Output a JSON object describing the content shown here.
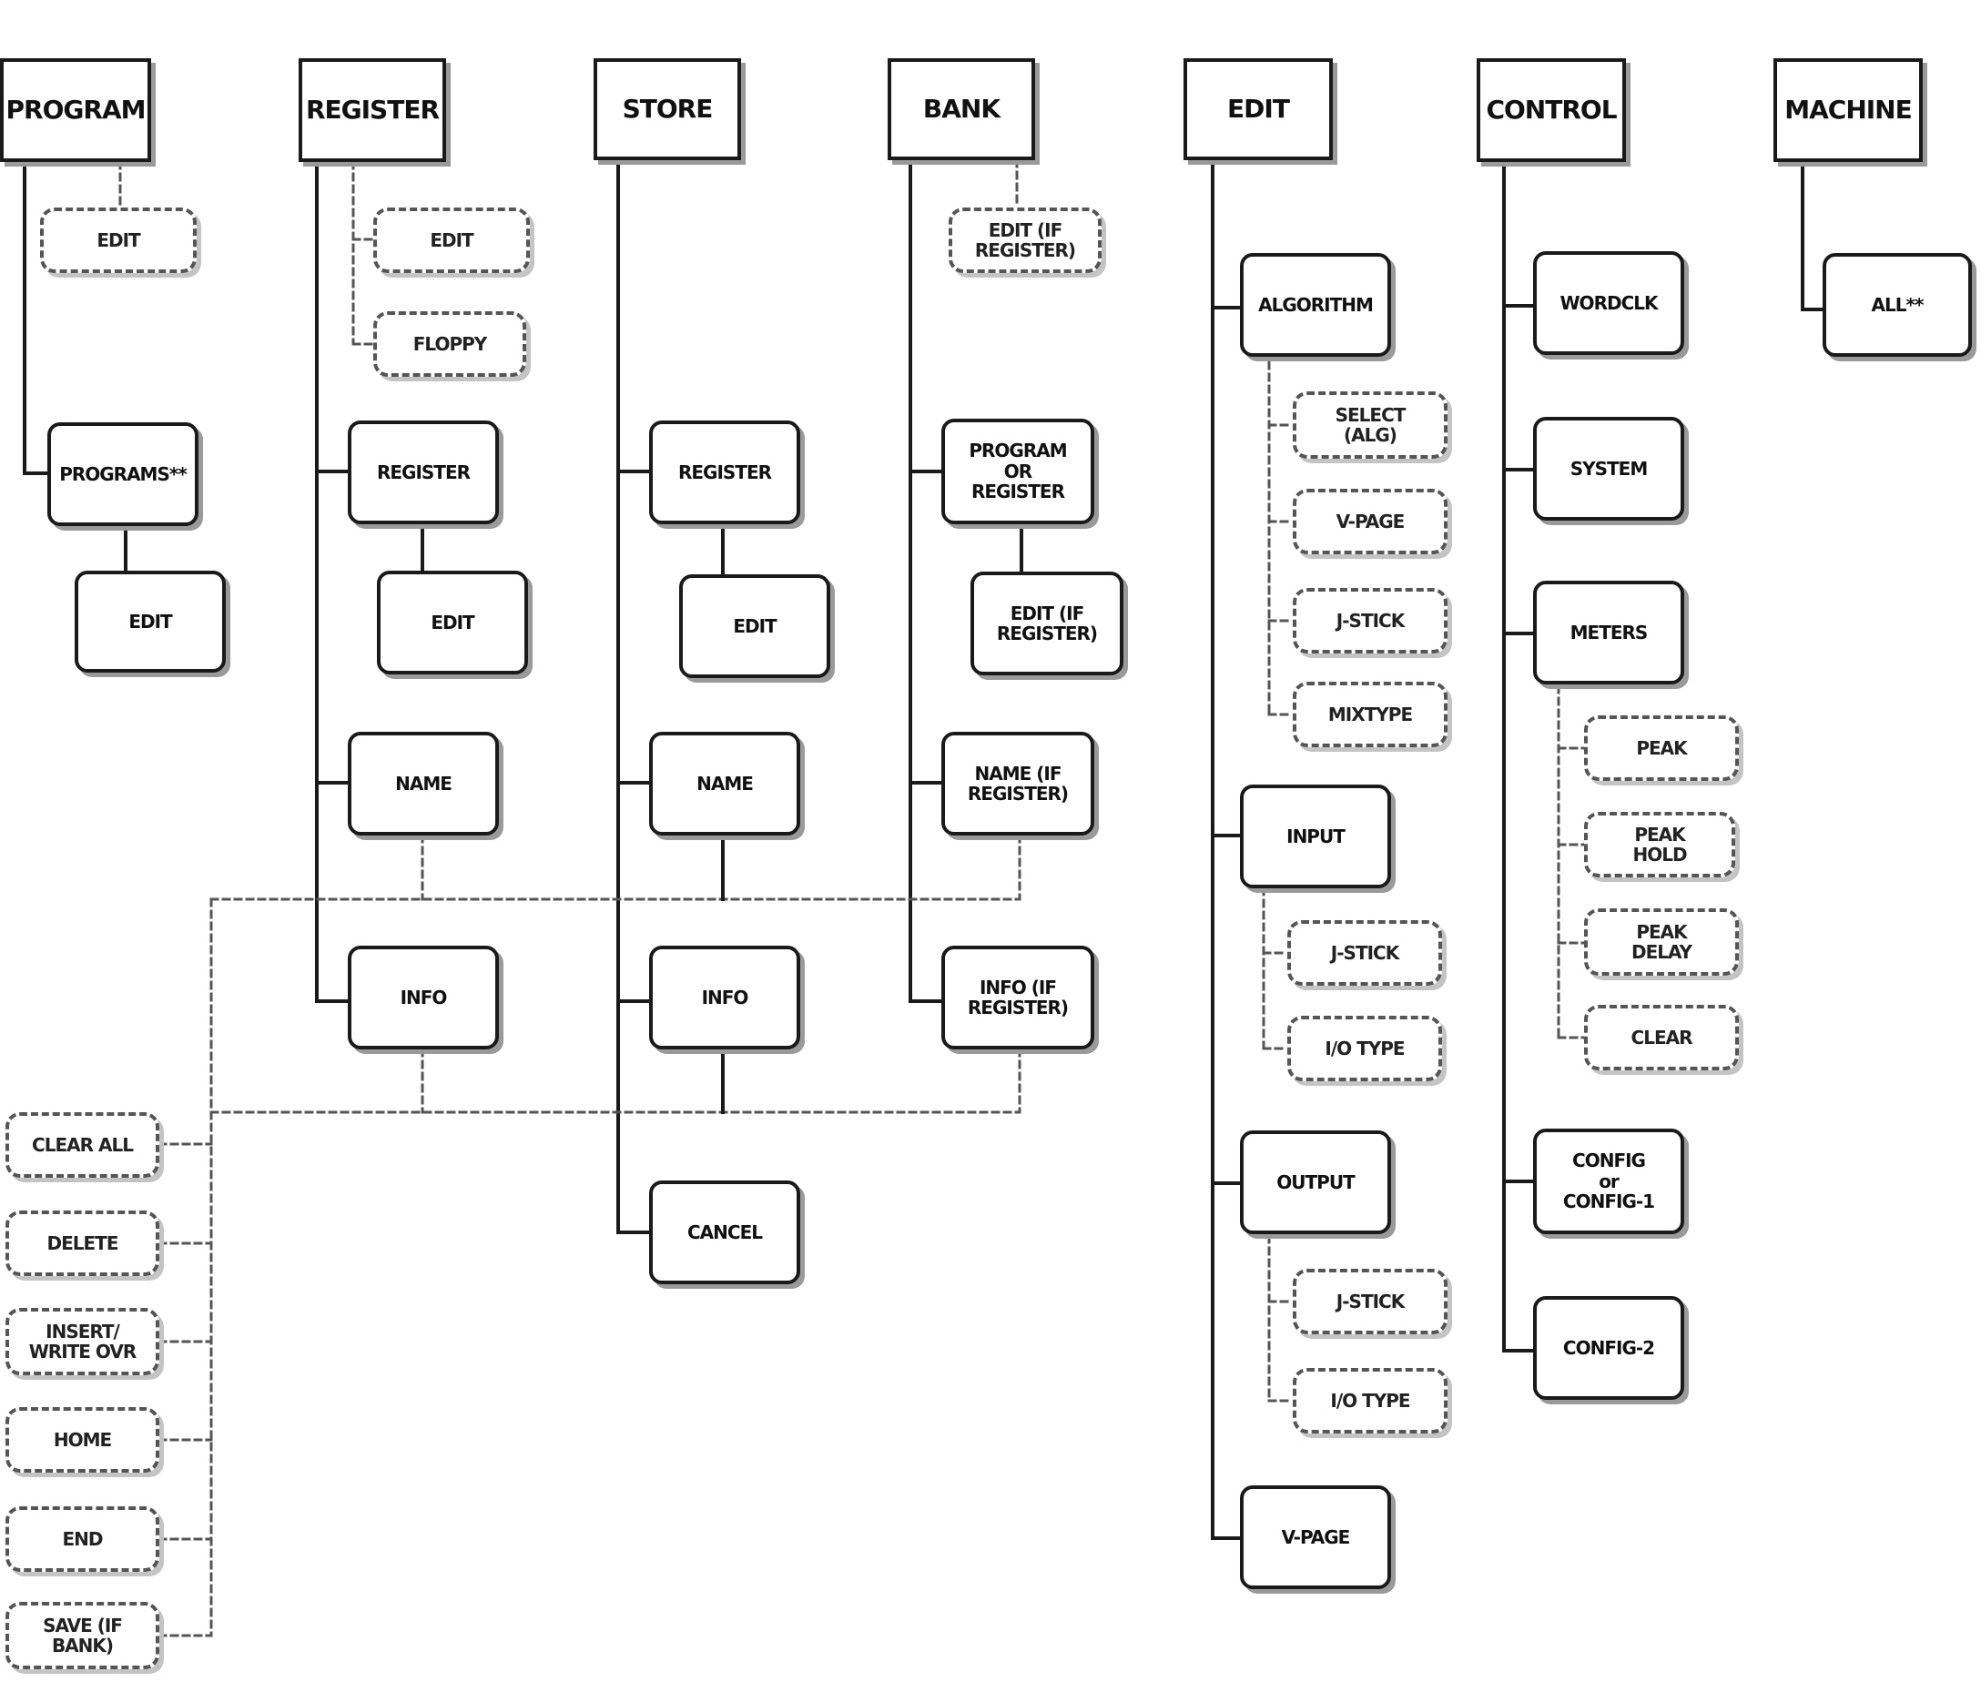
{
  "menus": {
    "program": {
      "title": "PROGRAM",
      "edit": "EDIT",
      "programs": "PROGRAMS**",
      "programs_edit": "EDIT"
    },
    "register": {
      "title": "REGISTER",
      "edit": "EDIT",
      "floppy": "FLOPPY",
      "register": "REGISTER",
      "register_edit": "EDIT",
      "name": "NAME",
      "info": "INFO"
    },
    "store": {
      "title": "STORE",
      "register": "REGISTER",
      "register_edit": "EDIT",
      "name": "NAME",
      "info": "INFO",
      "cancel": "CANCEL"
    },
    "bank": {
      "title": "BANK",
      "edit_if_register": "EDIT (IF REGISTER)",
      "program_or_register": "PROGRAM\nOR\nREGISTER",
      "edit_if_register_2": "EDIT (IF REGISTER)",
      "name_if_register": "NAME (IF REGISTER)",
      "info_if_register": "INFO (IF REGISTER)"
    },
    "edit": {
      "title": "EDIT",
      "algorithm": "ALGORITHM",
      "select_alg": "SELECT\n(ALG)",
      "v_page_1": "V-PAGE",
      "j_stick_1": "J-STICK",
      "mixtype": "MIXTYPE",
      "input": "INPUT",
      "j_stick_2": "J-STICK",
      "io_type_1": "I/O TYPE",
      "output": "OUTPUT",
      "j_stick_3": "J-STICK",
      "io_type_2": "I/O TYPE",
      "v_page_2": "V-PAGE"
    },
    "control": {
      "title": "CONTROL",
      "wordclk": "WORDCLK",
      "system": "SYSTEM",
      "meters": "METERS",
      "peak": "PEAK",
      "peak_hold": "PEAK\nHOLD",
      "peak_delay": "PEAK\nDELAY",
      "clear": "CLEAR",
      "config": "CONFIG\nor\nCONFIG-1",
      "config2": "CONFIG-2"
    },
    "machine": {
      "title": "MACHINE",
      "all": "ALL**"
    }
  },
  "name_entry_options": {
    "clear_all": "CLEAR ALL",
    "delete": "DELETE",
    "insert_write_over": "INSERT/\nWRITE OVR",
    "home": "HOME",
    "end": "END",
    "save_if_bank": "SAVE (IF\nBANK)"
  }
}
